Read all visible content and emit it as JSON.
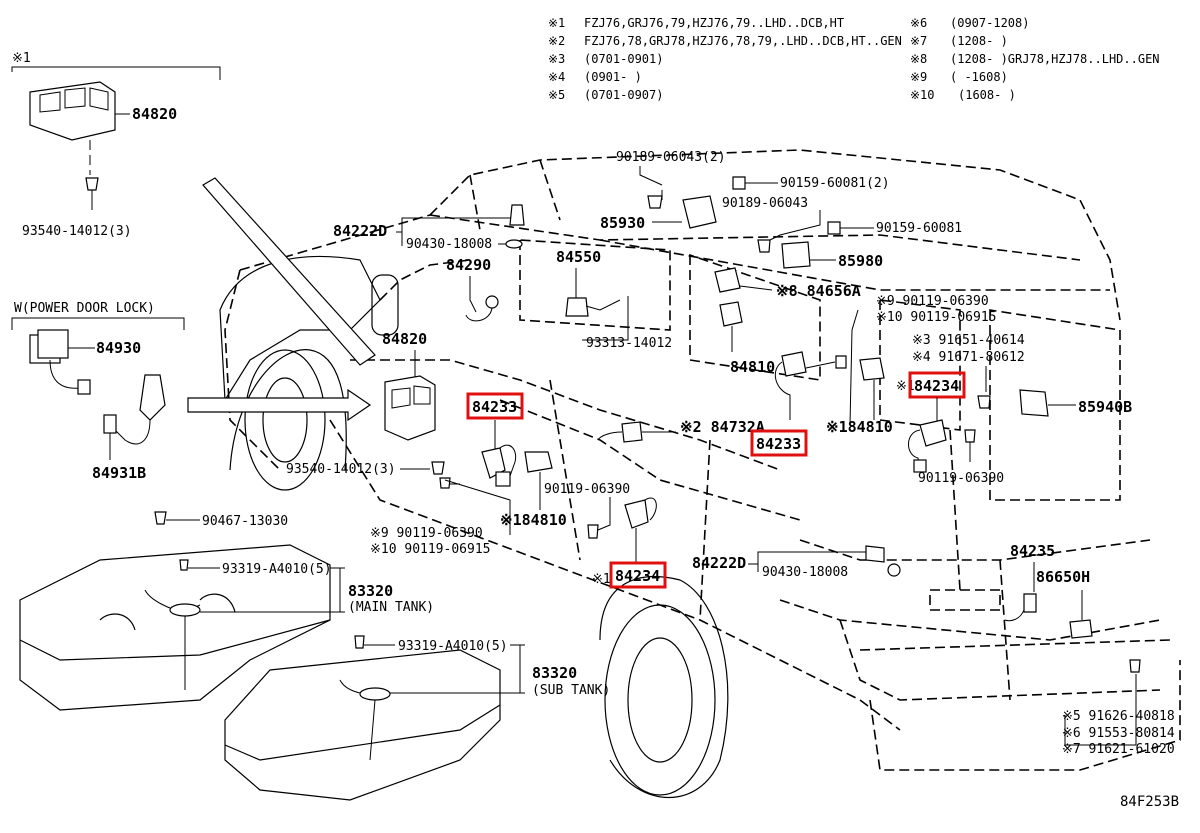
{
  "notes": [
    {
      "mark": "※1",
      "text": "FZJ76,GRJ76,79,HZJ76,79..LHD..DCB,HT"
    },
    {
      "mark": "※2",
      "text": "FZJ76,78,GRJ78,HZJ76,78,79,.LHD..DCB,HT..GEN"
    },
    {
      "mark": "※3",
      "text": "(0701-0901)"
    },
    {
      "mark": "※4",
      "text": "(0901-      )"
    },
    {
      "mark": "※5",
      "text": "(0701-0907)"
    },
    {
      "mark": "※6",
      "text": "(0907-1208)"
    },
    {
      "mark": "※7",
      "text": "(1208-      )"
    },
    {
      "mark": "※8",
      "text": "(1208-      )GRJ78,HZJ78..LHD..GEN"
    },
    {
      "mark": "※9",
      "text": "(      -1608)"
    },
    {
      "mark": "※10",
      "text": "(1608-      )"
    }
  ],
  "labels": {
    "box1_mark": "※1",
    "sw_84820_top": "84820",
    "bolt_93540_top": "93540-14012(3)",
    "w_box_title": "W(POWER DOOR LOCK)",
    "p84930": "84930",
    "p84931b": "84931B",
    "p90467": "90467-13030",
    "p93319_a": "93319-A4010(5)",
    "p83320_a": "83320",
    "main_tank": "(MAIN TANK)",
    "p93319_b": "93319-A4010(5)",
    "p83320_b": "83320",
    "sub_tank": "(SUB TANK)",
    "p84222d_a": "84222D",
    "p90430_a": "90430-18008",
    "p84290": "84290",
    "p84820_mid": "84820",
    "p84233_a": "84233",
    "p93540_mid": "93540-14012(3)",
    "p90119_l9": "※9  90119-06390",
    "p90119_l10": "※10 90119-06915",
    "p184810_l": "※184810",
    "p90119_mid": "90119-06390",
    "p84234_a": "※184234",
    "p84550": "84550",
    "p93313": "93313-14012",
    "p90189_a": "90189-06043(2)",
    "p90159_a": "90159-60081(2)",
    "p85930": "85930",
    "p90189_b": "90189-06043",
    "p90159_b": "90159-60081",
    "p85980": "85980",
    "p84656a": "※8 84656A",
    "p84810": "84810",
    "p84732a": "※2 84732A",
    "p84233_b": "84233",
    "p184810_r": "※184810",
    "p90119_r9": "※9  90119-06390",
    "p90119_r10": "※10 90119-06915",
    "p91651": "※3 91651-40614",
    "p91671": "※4 91671-80612",
    "p84234_b": "※184234",
    "p85940b": "85940B",
    "p90119_r": "90119-06390",
    "p84222d_b": "84222D",
    "p90430_b": "90430-18008",
    "p84235": "84235",
    "p86650h": "86650H",
    "p91626": "※5 91626-40818",
    "p91553": "※6 91553-80814",
    "p91621": "※7 91621-61020",
    "diagram_code": "84F253B"
  },
  "highlighted_parts": [
    "84233",
    "84233",
    "84234",
    "84234"
  ]
}
